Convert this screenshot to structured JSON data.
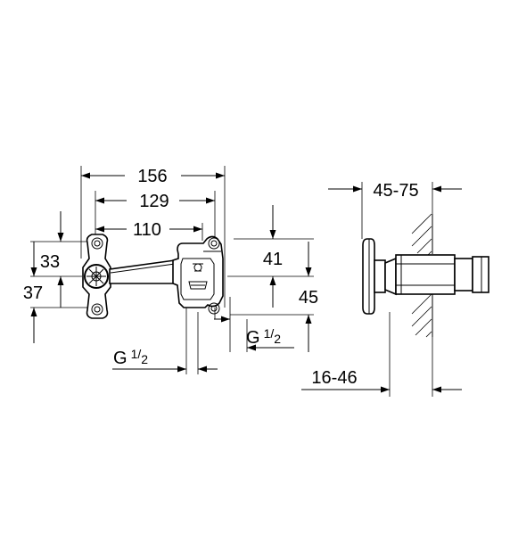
{
  "dimensions": {
    "width_total": "156",
    "width_mid": "129",
    "width_inner": "110",
    "height_left_upper": "33",
    "height_left_lower": "37",
    "height_right_upper": "41",
    "height_right_lower": "45",
    "depth_range_top": "45-75",
    "depth_range_bottom": "16-46"
  },
  "threads": {
    "thread_left": {
      "main": "G",
      "numerator": "1",
      "denominator": "2"
    },
    "thread_right": {
      "main": "G",
      "numerator": "1",
      "denominator": "2"
    }
  }
}
